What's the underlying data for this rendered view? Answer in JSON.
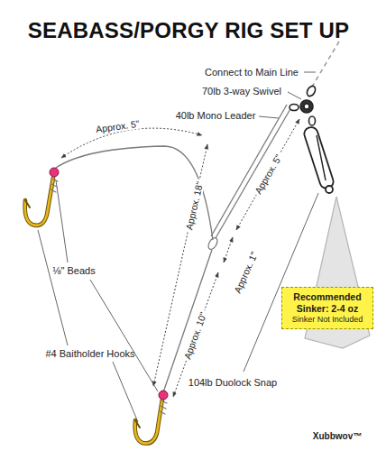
{
  "diagram": {
    "title": "SEABASS/PORGY RIG SET UP",
    "nodes": [
      {
        "text": [
          "Recommended Sinker: 2-4 oz",
          "Sinker Not Included"
        ]
      }
    ],
    "labels": [
      "Connect to Main Line",
      "70lb 3-way Swivel",
      "40lb Mono Leader",
      "Approx. 5\"",
      "Approx. 18\"",
      "Approx. 5\"",
      "Approx. 1\"",
      "⅛\" Beads",
      "Approx. 10\"",
      "#4 Baitholder Hooks",
      "104lb Duolock Snap",
      "Xubbwov™"
    ]
  }
}
